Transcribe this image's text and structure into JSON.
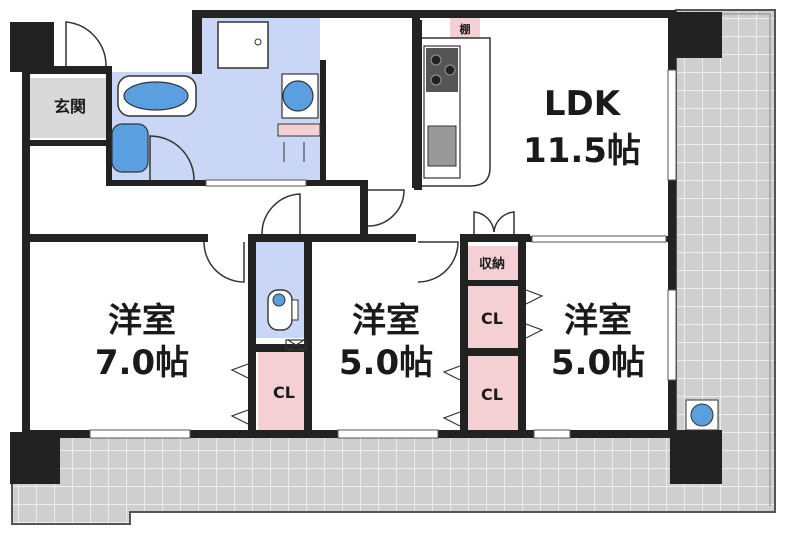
{
  "floorplan": {
    "rooms": {
      "genkan": {
        "label": "玄関"
      },
      "ldk": {
        "name": "LDK",
        "size": "11.5帖"
      },
      "western_1": {
        "name": "洋室",
        "size": "7.0帖"
      },
      "western_2": {
        "name": "洋室",
        "size": "5.0帖"
      },
      "western_3": {
        "name": "洋室",
        "size": "5.0帖"
      }
    },
    "storage": {
      "cl_a": "CL",
      "cl_b": "CL",
      "cl_c": "CL",
      "shunou": "収納",
      "tana": "棚"
    }
  },
  "colors": {
    "wall": "#222222",
    "balcony": "#cfcfcf",
    "wet_area": "#c9d6f5",
    "closet": "#f4cfd3",
    "genkan": "#d9d9d9",
    "fixture": "#5a9fe0"
  }
}
